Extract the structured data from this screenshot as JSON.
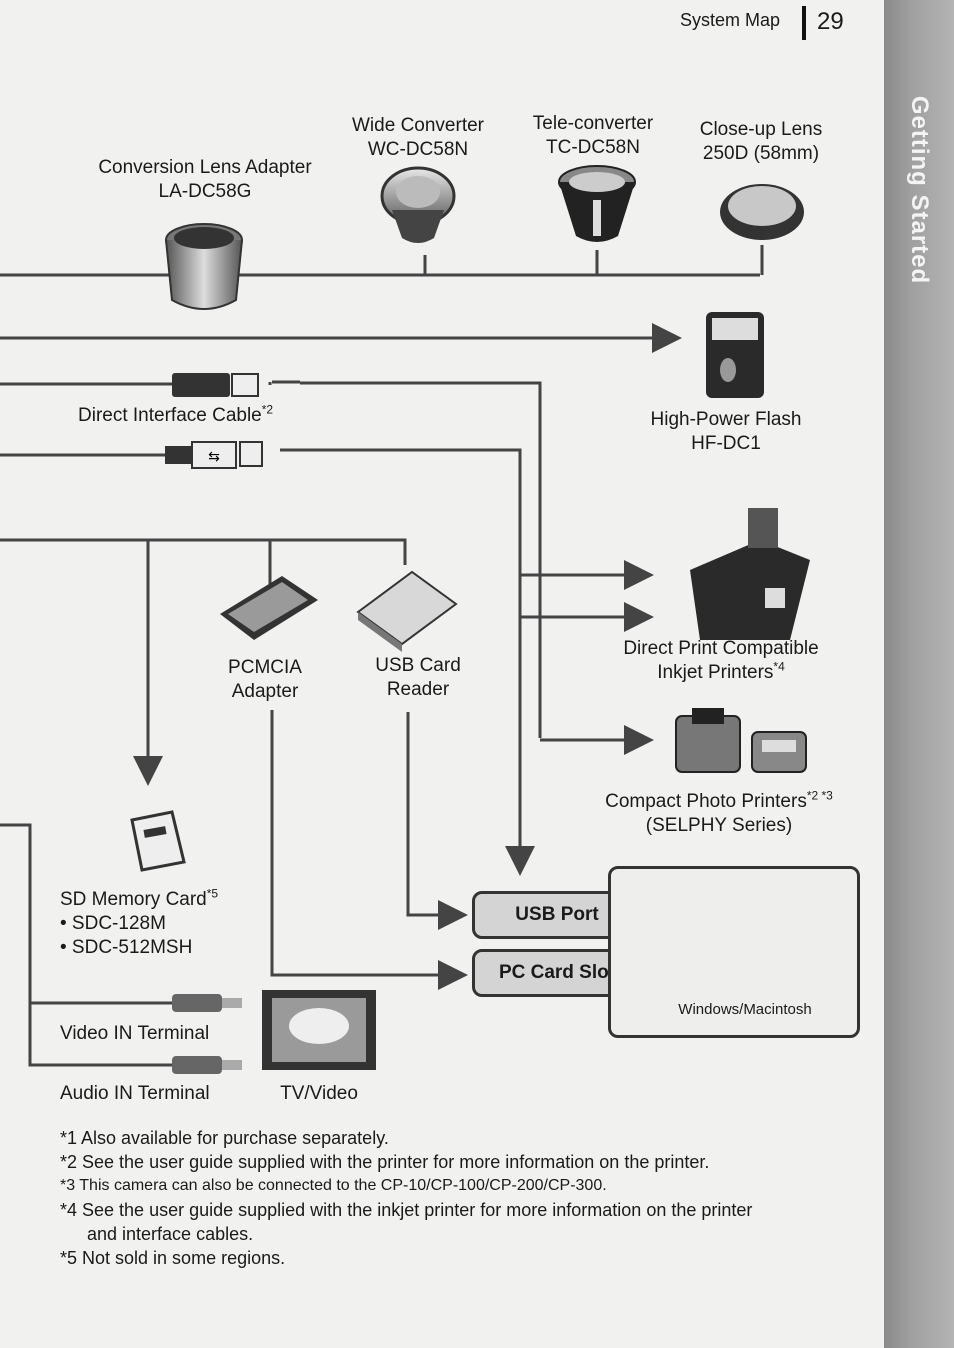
{
  "header": {
    "section": "System Map",
    "page": "29"
  },
  "sidebar": {
    "label": "Getting Started"
  },
  "labels": {
    "conversion_adapter": [
      "Conversion Lens Adapter",
      "LA-DC58G"
    ],
    "wide_converter": [
      "Wide Converter",
      "WC-DC58N"
    ],
    "tele_converter": [
      "Tele-converter",
      "TC-DC58N"
    ],
    "closeup_lens": [
      "Close-up Lens",
      "250D (58mm)"
    ],
    "flash": [
      "High-Power Flash",
      "HF-DC1"
    ],
    "direct_cable": {
      "text": "Direct Interface Cable",
      "mark": "*2"
    },
    "inkjet": {
      "line1": "Direct Print Compatible",
      "line2": "Inkjet Printers",
      "mark": "*4"
    },
    "compact": {
      "line1": "Compact Photo Printers",
      "mark": "*2 *3",
      "line2": "(SELPHY Series)"
    },
    "pcmcia": [
      "PCMCIA",
      "Adapter"
    ],
    "usb_reader": [
      "USB Card",
      "Reader"
    ],
    "sd_card": {
      "title": "SD Memory Card",
      "mark": "*5",
      "items": [
        "• SDC-128M",
        "• SDC-512MSH"
      ]
    },
    "usb_port": "USB Port",
    "pc_card_slot": "PC Card Slot",
    "computer": "Windows/Macintosh",
    "video_in": "Video IN Terminal",
    "audio_in": "Audio IN Terminal",
    "tv": "TV/Video"
  },
  "notes": [
    "*1 Also available for purchase separately.",
    "*2 See the user guide supplied with the printer for more information on the printer.",
    "*3 This camera can also be connected to the CP-10/CP-100/CP-200/CP-300.",
    "*4 See the user guide supplied with the inkjet printer for more information on the printer",
    "and interface cables.",
    "*5 Not sold in some regions."
  ]
}
